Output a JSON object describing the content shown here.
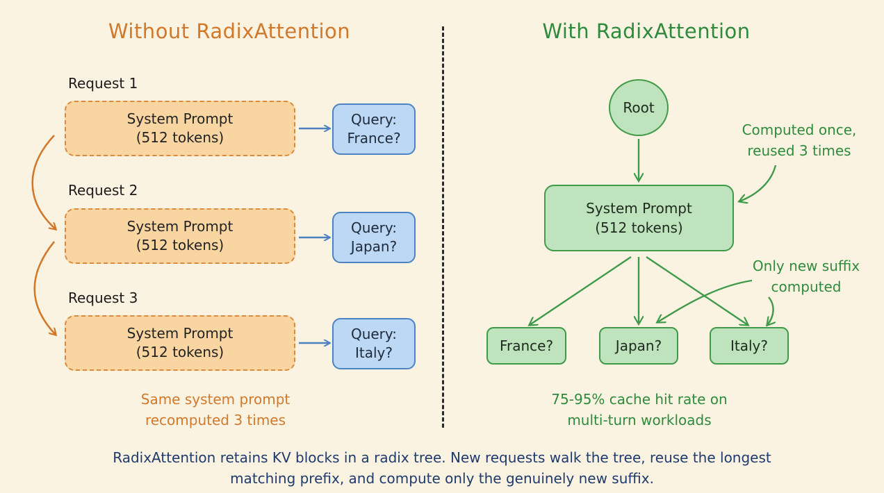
{
  "left": {
    "title": "Without RadixAttention",
    "requests": [
      {
        "label": "Request 1",
        "system_line1": "System Prompt",
        "system_line2": "(512 tokens)",
        "query_line1": "Query:",
        "query_line2": "France?"
      },
      {
        "label": "Request 2",
        "system_line1": "System Prompt",
        "system_line2": "(512 tokens)",
        "query_line1": "Query:",
        "query_line2": "Japan?"
      },
      {
        "label": "Request 3",
        "system_line1": "System Prompt",
        "system_line2": "(512 tokens)",
        "query_line1": "Query:",
        "query_line2": "Italy?"
      }
    ],
    "note_line1": "Same system prompt",
    "note_line2": "recomputed 3 times"
  },
  "right": {
    "title": "With RadixAttention",
    "root": "Root",
    "system_line1": "System Prompt",
    "system_line2": "(512 tokens)",
    "leaves": [
      "France?",
      "Japan?",
      "Italy?"
    ],
    "annotation_top_line1": "Computed once,",
    "annotation_top_line2": "reused 3 times",
    "annotation_suffix_line1": "Only new suffix",
    "annotation_suffix_line2": "computed",
    "note_line1": "75-95% cache hit rate on",
    "note_line2": "multi-turn workloads"
  },
  "footer": {
    "line1": "RadixAttention retains KV blocks in a radix tree. New requests walk the tree, reuse the longest",
    "line2": "matching prefix, and compute only the genuinely new suffix."
  },
  "colors": {
    "orange": "#d2782a",
    "green": "#2e8a3c",
    "blue": "#4a82c2",
    "footer_navy": "#1e3a6e",
    "background": "#fbf3e1"
  }
}
